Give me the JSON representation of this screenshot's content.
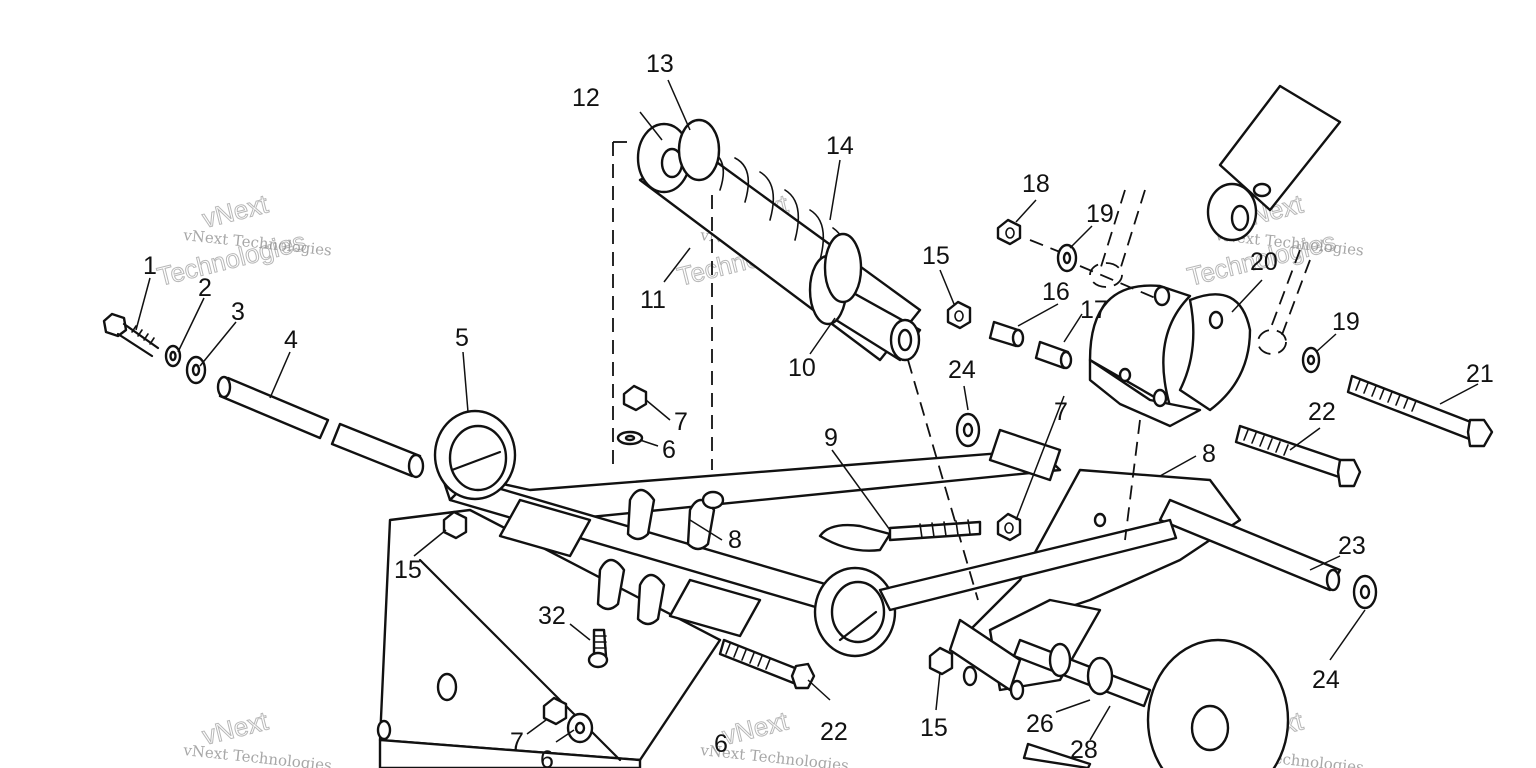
{
  "callouts": [
    {
      "id": "c1",
      "label": "1"
    },
    {
      "id": "c2",
      "label": "2"
    },
    {
      "id": "c3",
      "label": "3"
    },
    {
      "id": "c4",
      "label": "4"
    },
    {
      "id": "c5",
      "label": "5"
    },
    {
      "id": "c6a",
      "label": "6"
    },
    {
      "id": "c6b",
      "label": "6"
    },
    {
      "id": "c6c",
      "label": "6"
    },
    {
      "id": "c7a",
      "label": "7"
    },
    {
      "id": "c7b",
      "label": "7"
    },
    {
      "id": "c7c",
      "label": "7"
    },
    {
      "id": "c8a",
      "label": "8"
    },
    {
      "id": "c8b",
      "label": "8"
    },
    {
      "id": "c9",
      "label": "9"
    },
    {
      "id": "c10",
      "label": "10"
    },
    {
      "id": "c11",
      "label": "11"
    },
    {
      "id": "c12",
      "label": "12"
    },
    {
      "id": "c13",
      "label": "13"
    },
    {
      "id": "c14",
      "label": "14"
    },
    {
      "id": "c15a",
      "label": "15"
    },
    {
      "id": "c15b",
      "label": "15"
    },
    {
      "id": "c15c",
      "label": "15"
    },
    {
      "id": "c16",
      "label": "16"
    },
    {
      "id": "c17",
      "label": "17"
    },
    {
      "id": "c18",
      "label": "18"
    },
    {
      "id": "c19a",
      "label": "19"
    },
    {
      "id": "c19b",
      "label": "19"
    },
    {
      "id": "c20",
      "label": "20"
    },
    {
      "id": "c21",
      "label": "21"
    },
    {
      "id": "c22a",
      "label": "22"
    },
    {
      "id": "c22b",
      "label": "22"
    },
    {
      "id": "c23",
      "label": "23"
    },
    {
      "id": "c24a",
      "label": "24"
    },
    {
      "id": "c24b",
      "label": "24"
    },
    {
      "id": "c26",
      "label": "26"
    },
    {
      "id": "c28",
      "label": "28"
    },
    {
      "id": "c32",
      "label": "32"
    }
  ],
  "watermark": {
    "small_text": "vNext Technologies",
    "large_line1": "vNext",
    "large_line2": "Technologies"
  }
}
